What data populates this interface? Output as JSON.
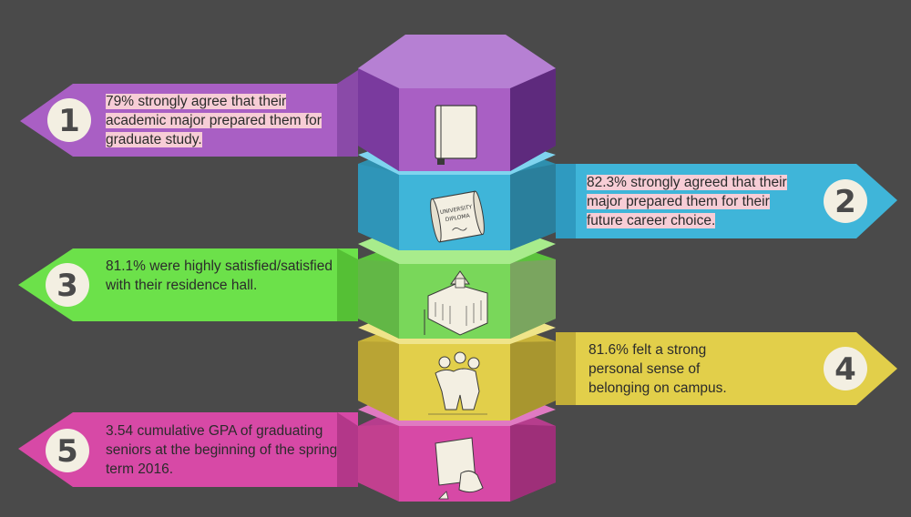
{
  "items": [
    {
      "number": "1",
      "lines": [
        "79% strongly agree that their",
        "academic major prepared them for",
        "graduate study."
      ],
      "color": "#a95fc4",
      "icon": "book-icon"
    },
    {
      "number": "2",
      "lines": [
        "82.3% strongly agreed that their",
        "major prepared them for their",
        "future career choice."
      ],
      "color": "#3fb5d9",
      "icon": "diploma-icon"
    },
    {
      "number": "3",
      "lines": [
        "81.1% were highly satisfied/satisfied",
        "with their residence hall."
      ],
      "color": "#6ce14a",
      "icon": "campus-building-icon"
    },
    {
      "number": "4",
      "lines": [
        "81.6% felt a strong",
        "personal sense of",
        "belonging on campus."
      ],
      "color": "#e2cf4a",
      "icon": "group-hug-icon"
    },
    {
      "number": "5",
      "lines": [
        "3.54 cumulative GPA of graduating",
        "seniors at the beginning of the spring",
        "term 2016."
      ],
      "color": "#d749a6",
      "icon": "paper-hand-icon"
    }
  ],
  "diploma_text": [
    "UNIVERSITY",
    "DIPLOMA"
  ]
}
